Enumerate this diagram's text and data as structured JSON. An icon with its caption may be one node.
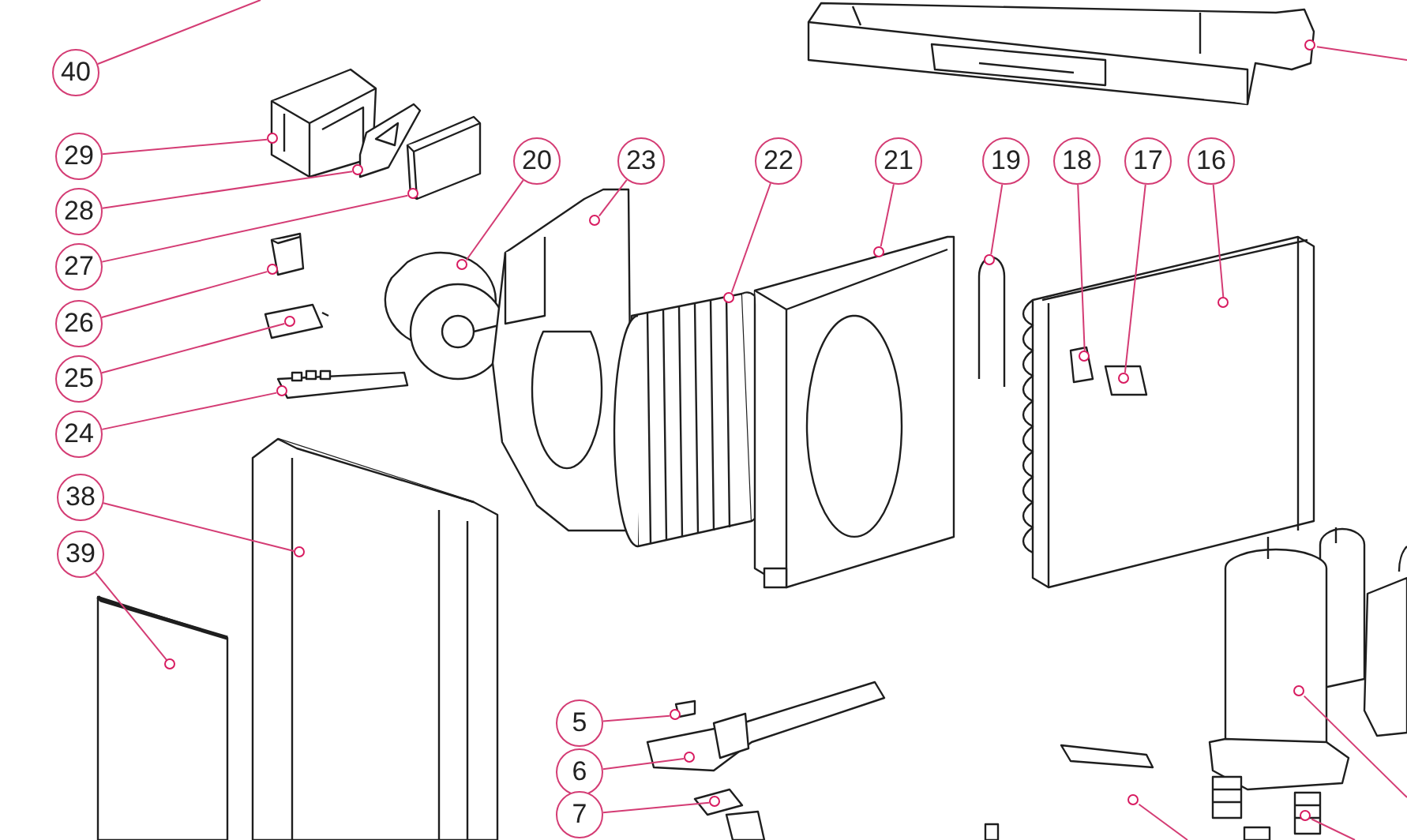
{
  "diagram": {
    "nodes": [
      {
        "text": [
          "40"
        ]
      },
      {
        "text": [
          "29"
        ]
      },
      {
        "text": [
          "28"
        ]
      },
      {
        "text": [
          "27"
        ]
      },
      {
        "text": [
          "26"
        ]
      },
      {
        "text": [
          "25"
        ]
      },
      {
        "text": [
          "24"
        ]
      },
      {
        "text": [
          "20"
        ]
      },
      {
        "text": [
          "23"
        ]
      },
      {
        "text": [
          "22"
        ]
      },
      {
        "text": [
          "21"
        ]
      },
      {
        "text": [
          "19"
        ]
      },
      {
        "text": [
          "18"
        ]
      },
      {
        "text": [
          "17"
        ]
      },
      {
        "text": [
          "16"
        ]
      },
      {
        "text": [
          "38"
        ]
      },
      {
        "text": [
          "39"
        ]
      },
      {
        "text": [
          "5"
        ]
      },
      {
        "text": [
          "6"
        ]
      },
      {
        "text": [
          "7"
        ]
      },
      {
        "text": [],
        "shape": "circle"
      },
      {
        "text": [],
        "shape": "circle"
      },
      {
        "text": [],
        "shape": "circle"
      },
      {
        "text": [],
        "shape": "circle"
      },
      {
        "text": [],
        "shape": "circle"
      },
      {
        "text": [],
        "shape": "circle"
      },
      {
        "text": [],
        "shape": "circle"
      },
      {
        "text": [],
        "shape": "circle"
      },
      {
        "text": [],
        "shape": "circle"
      },
      {
        "text": [],
        "shape": "circle"
      },
      {
        "text": [],
        "shape": "circle"
      },
      {
        "text": [],
        "shape": "circle"
      },
      {
        "text": [],
        "shape": "circle"
      },
      {
        "text": [],
        "shape": "circle"
      },
      {
        "text": [],
        "shape": "circle"
      },
      {
        "text": [],
        "shape": "circle"
      },
      {
        "text": [],
        "shape": "circle"
      },
      {
        "text": [],
        "shape": "circle"
      },
      {
        "text": [],
        "shape": "circle"
      },
      {
        "text": [],
        "shape": "circle"
      },
      {
        "text": [],
        "shape": "circle"
      },
      {
        "text": [],
        "shape": "circle"
      },
      {
        "text": [],
        "shape": "circle"
      }
    ],
    "edges": [
      {
        "from": 0,
        "to": null,
        "arrow": "none"
      },
      {
        "from": 1,
        "to": 20,
        "arrow": "none"
      },
      {
        "from": 2,
        "to": 21,
        "arrow": "none"
      },
      {
        "from": 3,
        "to": 22,
        "arrow": "none"
      },
      {
        "from": 4,
        "to": 23,
        "arrow": "none"
      },
      {
        "from": 5,
        "to": 24,
        "arrow": "none"
      },
      {
        "from": 6,
        "to": 25,
        "arrow": "none"
      },
      {
        "from": 7,
        "to": 26,
        "arrow": "none"
      },
      {
        "from": 8,
        "to": 27,
        "arrow": "none"
      },
      {
        "from": 9,
        "to": 28,
        "arrow": "none"
      },
      {
        "from": 10,
        "to": 29,
        "arrow": "none"
      },
      {
        "from": 11,
        "to": 30,
        "arrow": "none"
      },
      {
        "from": 12,
        "to": 31,
        "arrow": "none"
      },
      {
        "from": 13,
        "to": 32,
        "arrow": "none"
      },
      {
        "from": 14,
        "to": 33,
        "arrow": "none"
      },
      {
        "from": 15,
        "to": 34,
        "arrow": "none"
      },
      {
        "from": 16,
        "to": 35,
        "arrow": "none"
      },
      {
        "from": 17,
        "to": 36,
        "arrow": "none"
      },
      {
        "from": 18,
        "to": 37,
        "arrow": "none"
      },
      {
        "from": 19,
        "to": 38,
        "arrow": "none"
      },
      {
        "from": 39,
        "to": null,
        "arrow": "none"
      },
      {
        "from": 40,
        "to": null,
        "arrow": "none"
      },
      {
        "from": 41,
        "to": null,
        "arrow": "none"
      },
      {
        "from": 42,
        "to": null,
        "arrow": "none"
      }
    ]
  }
}
